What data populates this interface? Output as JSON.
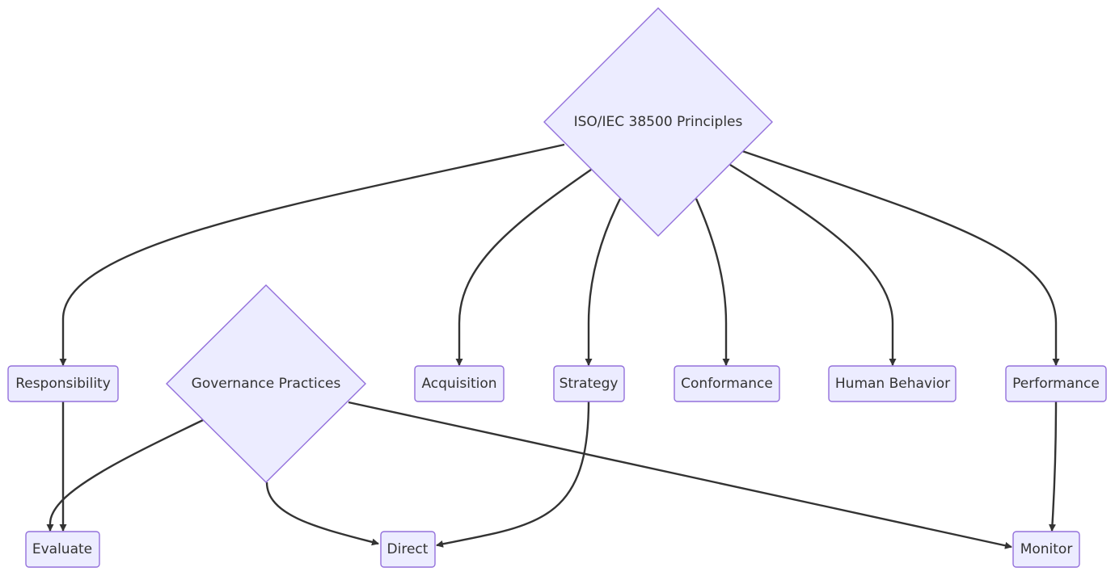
{
  "diagram": {
    "type": "flowchart",
    "colors": {
      "node_fill": "#ececff",
      "node_stroke": "#9370db",
      "edge": "#333333",
      "text": "#333333"
    },
    "nodes": {
      "principles": "ISO/IEC 38500 Principles",
      "governance_practices": "Governance Practices",
      "responsibility": "Responsibility",
      "acquisition": "Acquisition",
      "strategy": "Strategy",
      "conformance": "Conformance",
      "human_behavior": "Human Behavior",
      "performance": "Performance",
      "evaluate": "Evaluate",
      "direct": "Direct",
      "monitor": "Monitor"
    },
    "edges": [
      {
        "from": "principles",
        "to": "responsibility"
      },
      {
        "from": "principles",
        "to": "acquisition"
      },
      {
        "from": "principles",
        "to": "strategy"
      },
      {
        "from": "principles",
        "to": "conformance"
      },
      {
        "from": "principles",
        "to": "human_behavior"
      },
      {
        "from": "principles",
        "to": "performance"
      },
      {
        "from": "governance_practices",
        "to": "evaluate"
      },
      {
        "from": "governance_practices",
        "to": "direct"
      },
      {
        "from": "governance_practices",
        "to": "monitor"
      },
      {
        "from": "responsibility",
        "to": "evaluate"
      },
      {
        "from": "strategy",
        "to": "direct"
      },
      {
        "from": "performance",
        "to": "monitor"
      }
    ]
  }
}
